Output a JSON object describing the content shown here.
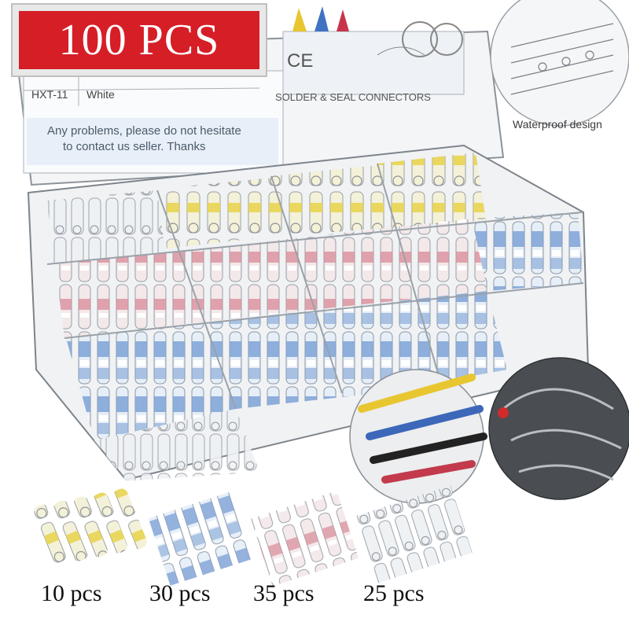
{
  "banner": {
    "text": "100 PCS"
  },
  "sheet": {
    "row_code": "HXT-11",
    "row_color": "White",
    "note_line1": "Any problems, please do not hesitate",
    "note_line2": "to contact us seller. Thanks",
    "brand_caption": "SOLDER & SEAL CONNECTORS",
    "ce_mark": "CE"
  },
  "callouts": {
    "waterproof": "Waterproof design"
  },
  "counts": [
    {
      "label": "10 pcs",
      "color": "#e8d24a"
    },
    {
      "label": "30 pcs",
      "color": "#5a86c8"
    },
    {
      "label": "35 pcs",
      "color": "#c8566a"
    },
    {
      "label": "25 pcs",
      "color": "#d8dde2"
    }
  ],
  "colors": {
    "banner_red": "#d61e27",
    "yellow": "#e8d24a",
    "red": "#d88a96",
    "blue": "#7fa3d6",
    "clear": "#e4e8ec"
  }
}
